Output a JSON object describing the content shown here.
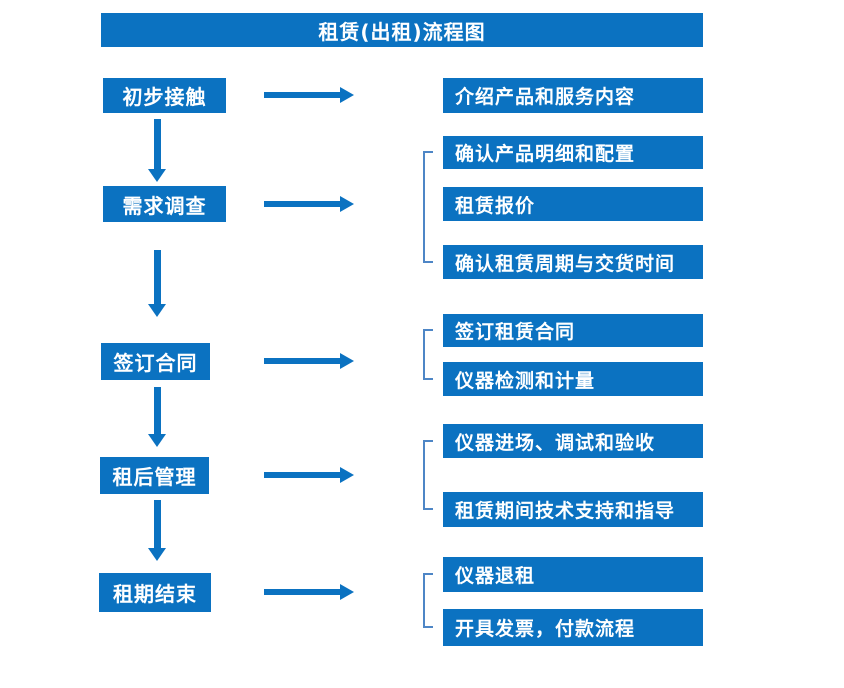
{
  "title": "租赁(出租)流程图",
  "colors": {
    "primary": "#0b72c1",
    "bracket": "#4e86c6",
    "text_on_primary": "#ffffff",
    "background": "#ffffff"
  },
  "flow": {
    "steps": [
      {
        "id": "initial-contact",
        "label": "初步接触",
        "details": [
          "介绍产品和服务内容"
        ]
      },
      {
        "id": "demand-survey",
        "label": "需求调查",
        "details": [
          "确认产品明细和配置",
          "租赁报价",
          "确认租赁周期与交货时间"
        ]
      },
      {
        "id": "sign-contract",
        "label": "签订合同",
        "details": [
          "签订租赁合同",
          "仪器检测和计量"
        ]
      },
      {
        "id": "post-rental-management",
        "label": "租后管理",
        "details": [
          "仪器进场、调试和验收",
          "租赁期间技术支持和指导"
        ]
      },
      {
        "id": "rental-end",
        "label": "租期结束",
        "details": [
          "仪器退租",
          "开具发票，付款流程"
        ]
      }
    ]
  }
}
